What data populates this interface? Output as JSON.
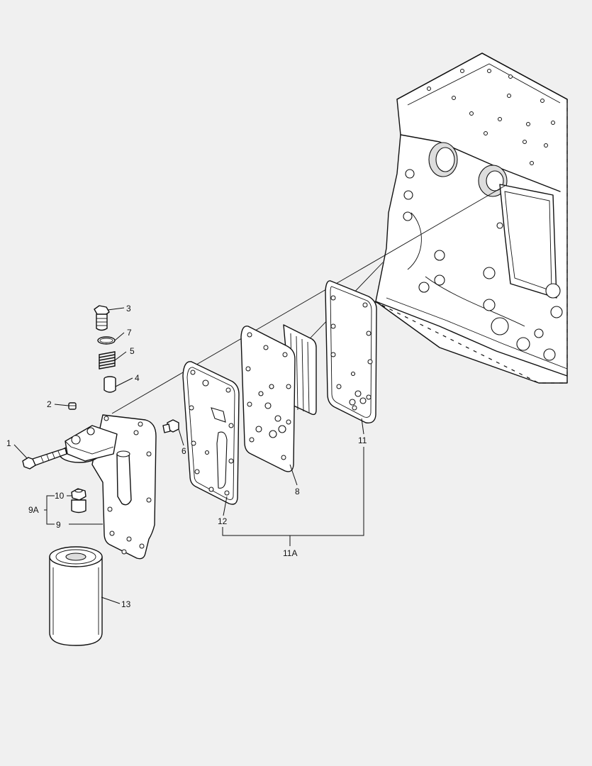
{
  "diagram": {
    "callouts": [
      {
        "id": "1",
        "label": "1"
      },
      {
        "id": "2",
        "label": "2"
      },
      {
        "id": "3",
        "label": "3"
      },
      {
        "id": "4",
        "label": "4"
      },
      {
        "id": "5",
        "label": "5"
      },
      {
        "id": "6",
        "label": "6"
      },
      {
        "id": "7",
        "label": "7"
      },
      {
        "id": "8",
        "label": "8"
      },
      {
        "id": "9",
        "label": "9"
      },
      {
        "id": "9A",
        "label": "9A"
      },
      {
        "id": "10",
        "label": "10"
      },
      {
        "id": "11",
        "label": "11"
      },
      {
        "id": "11A",
        "label": "11A"
      },
      {
        "id": "12",
        "label": "12"
      },
      {
        "id": "13",
        "label": "13"
      }
    ]
  },
  "colors": {
    "background": "#f0f0f0",
    "line": "#111111",
    "part_fill": "#ffffff"
  }
}
